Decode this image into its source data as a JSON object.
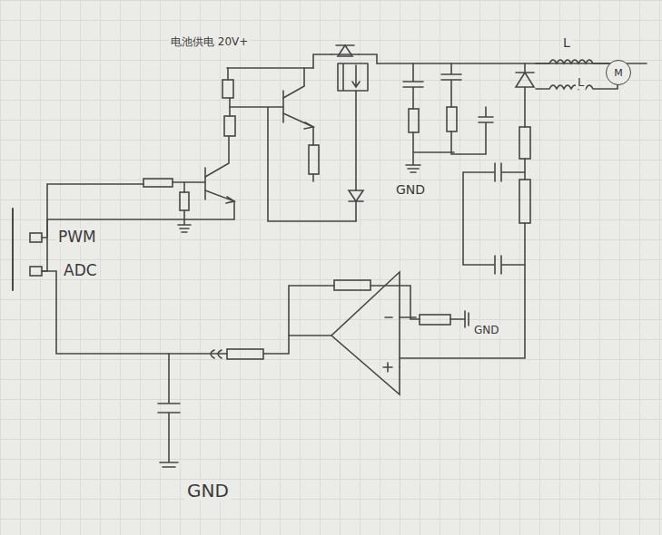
{
  "diagram": {
    "nodes": [
      {
        "text": [
          "M"
        ]
      }
    ],
    "labels": [
      "电池供电 20V+",
      "PWM",
      "ADC",
      "GND",
      "GND",
      "GND",
      "L",
      "L"
    ]
  }
}
